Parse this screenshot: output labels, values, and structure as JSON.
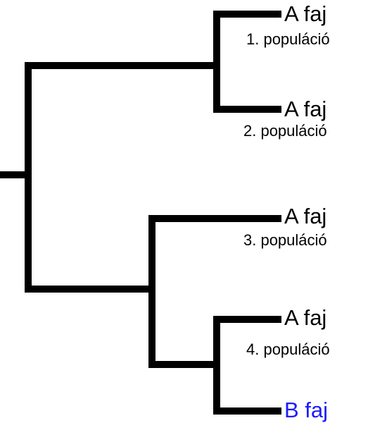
{
  "tree": {
    "leaves": [
      {
        "species": "A faj",
        "population": "1. populáció",
        "color": "#000000"
      },
      {
        "species": "A faj",
        "population": "2. populáció",
        "color": "#000000"
      },
      {
        "species": "A faj",
        "population": "3. populáció",
        "color": "#000000"
      },
      {
        "species": "A faj",
        "population": "4. populáció",
        "color": "#000000"
      },
      {
        "species": "B faj",
        "population": "",
        "color": "#1a1aff"
      }
    ],
    "line_color": "#000000"
  }
}
